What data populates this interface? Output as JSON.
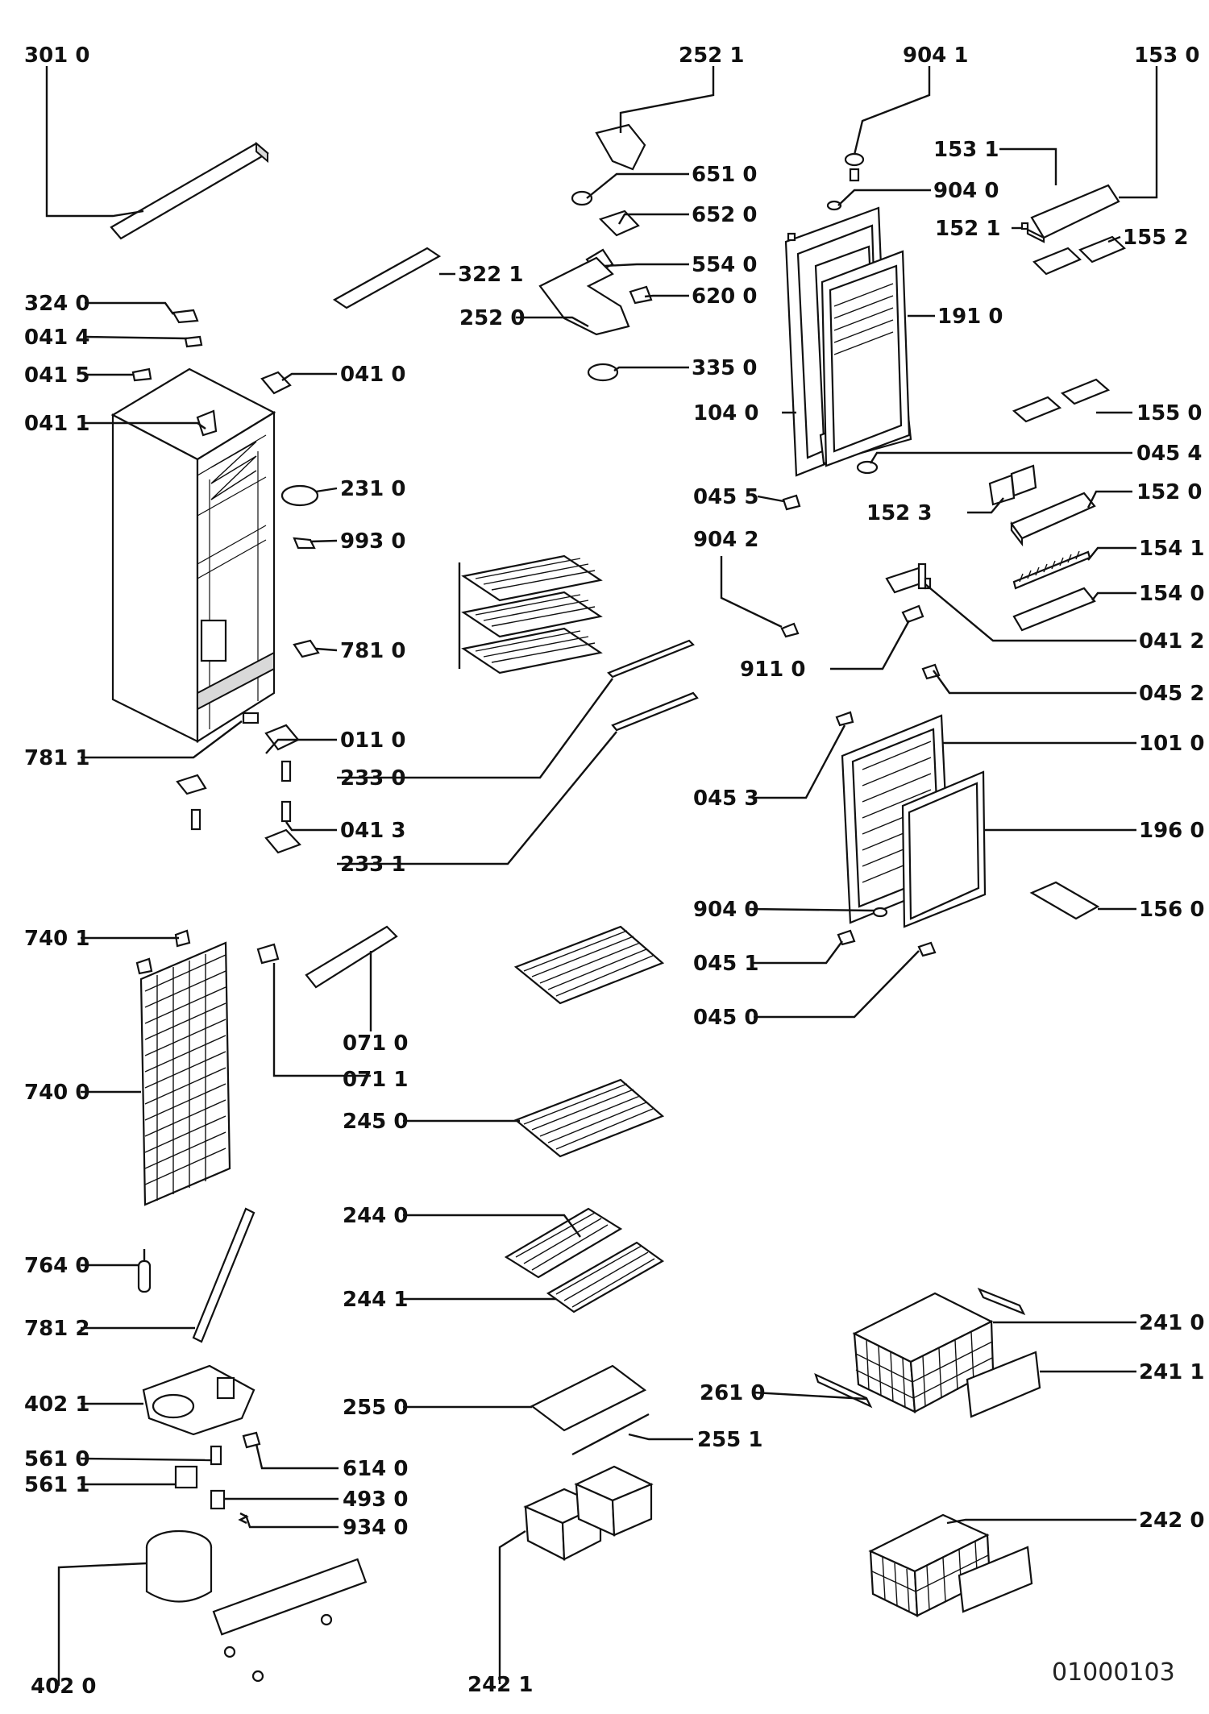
{
  "drawing_code": "01000103",
  "labels": [
    {
      "key": "l3010",
      "text": "301 0"
    },
    {
      "key": "l2521",
      "text": "252 1"
    },
    {
      "key": "l9041",
      "text": "904 1"
    },
    {
      "key": "l1530",
      "text": "153 0"
    },
    {
      "key": "l6510",
      "text": "651 0"
    },
    {
      "key": "l1531",
      "text": "153 1"
    },
    {
      "key": "l6520",
      "text": "652 0"
    },
    {
      "key": "l9040a",
      "text": "904 0"
    },
    {
      "key": "l1521",
      "text": "152 1"
    },
    {
      "key": "l1552",
      "text": "155 2"
    },
    {
      "key": "l5540",
      "text": "554 0"
    },
    {
      "key": "l3221",
      "text": "322 1"
    },
    {
      "key": "l6200",
      "text": "620 0"
    },
    {
      "key": "l3240",
      "text": "324 0"
    },
    {
      "key": "l2520",
      "text": "252 0"
    },
    {
      "key": "l1910",
      "text": "191 0"
    },
    {
      "key": "l0414",
      "text": "041 4"
    },
    {
      "key": "l0415",
      "text": "041 5"
    },
    {
      "key": "l0410",
      "text": "041 0"
    },
    {
      "key": "l3350",
      "text": "335 0"
    },
    {
      "key": "l1040",
      "text": "104 0"
    },
    {
      "key": "l1550",
      "text": "155 0"
    },
    {
      "key": "l0411",
      "text": "041 1"
    },
    {
      "key": "l0454",
      "text": "045 4"
    },
    {
      "key": "l2310",
      "text": "231 0"
    },
    {
      "key": "l0455",
      "text": "045 5"
    },
    {
      "key": "l1520",
      "text": "152 0"
    },
    {
      "key": "l1523",
      "text": "152 3"
    },
    {
      "key": "l9930",
      "text": "993 0"
    },
    {
      "key": "l9042",
      "text": "904 2"
    },
    {
      "key": "l1541",
      "text": "154 1"
    },
    {
      "key": "l1540",
      "text": "154 0"
    },
    {
      "key": "l7810",
      "text": "781 0"
    },
    {
      "key": "l0412",
      "text": "041 2"
    },
    {
      "key": "l9110",
      "text": "911 0"
    },
    {
      "key": "l0452",
      "text": "045 2"
    },
    {
      "key": "l0110",
      "text": "011 0"
    },
    {
      "key": "l1010",
      "text": "101 0"
    },
    {
      "key": "l7811",
      "text": "781 1"
    },
    {
      "key": "l2330",
      "text": "233 0"
    },
    {
      "key": "l0453",
      "text": "045 3"
    },
    {
      "key": "l0413",
      "text": "041 3"
    },
    {
      "key": "l1960",
      "text": "196 0"
    },
    {
      "key": "l2331",
      "text": "233 1"
    },
    {
      "key": "l9040b",
      "text": "904 0"
    },
    {
      "key": "l1560",
      "text": "156 0"
    },
    {
      "key": "l7401",
      "text": "740 1"
    },
    {
      "key": "l0451",
      "text": "045 1"
    },
    {
      "key": "l0450",
      "text": "045 0"
    },
    {
      "key": "l0710",
      "text": "071 0"
    },
    {
      "key": "l0711",
      "text": "071 1"
    },
    {
      "key": "l7400",
      "text": "740 0"
    },
    {
      "key": "l2450",
      "text": "245 0"
    },
    {
      "key": "l2440",
      "text": "244 0"
    },
    {
      "key": "l7640",
      "text": "764 0"
    },
    {
      "key": "l2441",
      "text": "244 1"
    },
    {
      "key": "l7812",
      "text": "781 2"
    },
    {
      "key": "l2410",
      "text": "241 0"
    },
    {
      "key": "l2411",
      "text": "241 1"
    },
    {
      "key": "l4021",
      "text": "402 1"
    },
    {
      "key": "l2610",
      "text": "261 0"
    },
    {
      "key": "l2550",
      "text": "255 0"
    },
    {
      "key": "l2551",
      "text": "255 1"
    },
    {
      "key": "l5610",
      "text": "561 0"
    },
    {
      "key": "l6140",
      "text": "614 0"
    },
    {
      "key": "l5611",
      "text": "561 1"
    },
    {
      "key": "l4930",
      "text": "493 0"
    },
    {
      "key": "l9340",
      "text": "934 0"
    },
    {
      "key": "l2420",
      "text": "242 0"
    },
    {
      "key": "l4020",
      "text": "402 0"
    },
    {
      "key": "l2421",
      "text": "242 1"
    }
  ]
}
